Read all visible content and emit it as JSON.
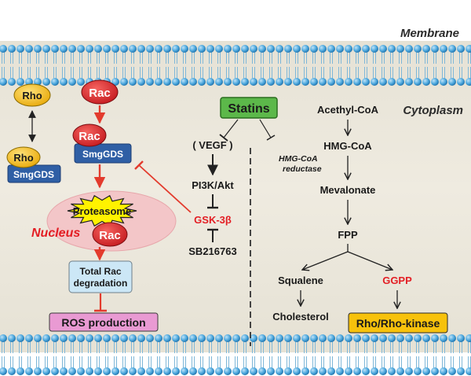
{
  "labels": {
    "membrane": "Membrane",
    "cytoplasm": "Cytoplasm",
    "nucleus": "Nucleus"
  },
  "nodes": {
    "rho_top": "Rho",
    "rac_top": "Rac",
    "rac_mid": "Rac",
    "smggds_mid": "SmgGDS",
    "rho_left": "Rho",
    "smggds_left": "SmgGDS",
    "proteasome": "Proteasome",
    "rac_nucleus": "Rac",
    "total_rac_line1": "Total Rac",
    "total_rac_line2": "degradation",
    "ros_production": "ROS production",
    "statins": "Statins",
    "vegf": "( VEGF )",
    "pi3k_akt": "PI3K/Akt",
    "gsk3b": "GSK-3β",
    "sb216763": "SB216763",
    "hmgcoa_reductase_line1": "HMG-CoA",
    "hmgcoa_reductase_line2": "reductase",
    "acethyl_coa": "Acethyl-CoA",
    "hmg_coa": "HMG-CoA",
    "mevalonate": "Mevalonate",
    "fpp": "FPP",
    "squalene": "Squalene",
    "ggpp": "GGPP",
    "cholesterol": "Cholesterol",
    "rho_kinase": "Rho/Rho-kinase"
  },
  "colors": {
    "background": "#ece8dd",
    "lipid_head": "#4aa6dc",
    "rac_red": "#e0262b",
    "rho_yellow": "#f6c31a",
    "smggds_blue": "#2f5fa5",
    "statins_green": "#5cb84a",
    "nucleus_pink": "#f3c6c8",
    "ros_pink": "#e99ad3",
    "rho_kinase_yellow": "#f7c20c",
    "degradation_blue": "#cce7f6",
    "arrow_red": "#e33b2d",
    "text_red": "#e31e24"
  }
}
